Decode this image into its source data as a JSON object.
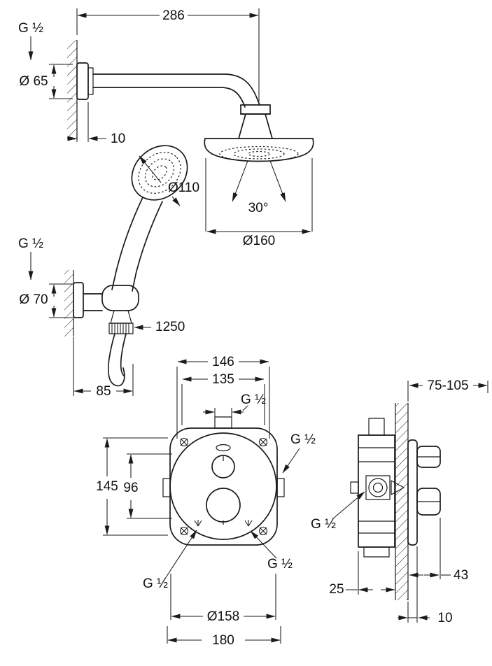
{
  "colors": {
    "ink": "#1a1a1a",
    "background": "#ffffff"
  },
  "dims": {
    "d286": "286",
    "dia65": "Ø 65",
    "d10_arm": "10",
    "dia110": "Ø110",
    "a30": "30°",
    "dia160": "Ø160",
    "dia70": "Ø 70",
    "d1250": "1250",
    "d85": "85",
    "d146": "146",
    "d135": "135",
    "d145": "145",
    "d96": "96",
    "dia158": "Ø158",
    "d180": "180",
    "d75_105": "75-105",
    "d25": "25",
    "d43": "43",
    "d10_wall": "10"
  },
  "threads": {
    "g12_arm": "G ½",
    "g12_holder": "G ½",
    "g12_trim_top": "G ½",
    "g12_trim_right": "G ½",
    "g12_trim_bottom_left": "G ½",
    "g12_trim_bottom_right": "G ½",
    "g12_side": "G ½"
  }
}
